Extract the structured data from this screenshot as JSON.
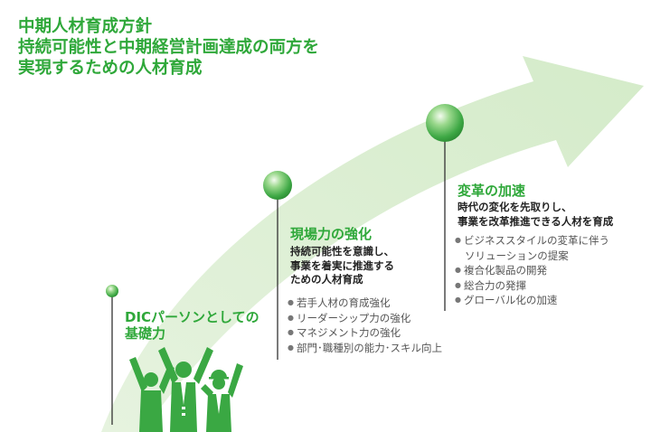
{
  "title": {
    "lines": [
      "中期人材育成方針",
      "持続可能性と中期経営計画達成の両方を",
      "実現するための人材育成"
    ]
  },
  "colors": {
    "accent": "#2fa83a",
    "arrow": "#dceed2",
    "text": "#222222",
    "bullet_text": "#555555"
  },
  "stages": [
    {
      "heading": "DICパーソンとしての",
      "heading2": "基礎力",
      "icon": "people-raising-arms-icon"
    },
    {
      "heading": "現場力の強化",
      "description": [
        "持続可能性を意識し、",
        "事業を着実に推進する",
        "ための人材育成"
      ],
      "bullets": [
        "若手人材の育成強化",
        "リーダーシップ力の強化",
        "マネジメント力の強化",
        "部門･職種別の能力･スキル向上"
      ]
    },
    {
      "heading": "変革の加速",
      "description": [
        "時代の変化を先取りし、",
        "事業を改革推進できる人材を育成"
      ],
      "bullets": [
        "ビジネススタイルの変革に伴う",
        "ソリューションの提案",
        "複合化製品の開発",
        "総合力の発揮",
        "グローバル化の加速"
      ]
    }
  ]
}
